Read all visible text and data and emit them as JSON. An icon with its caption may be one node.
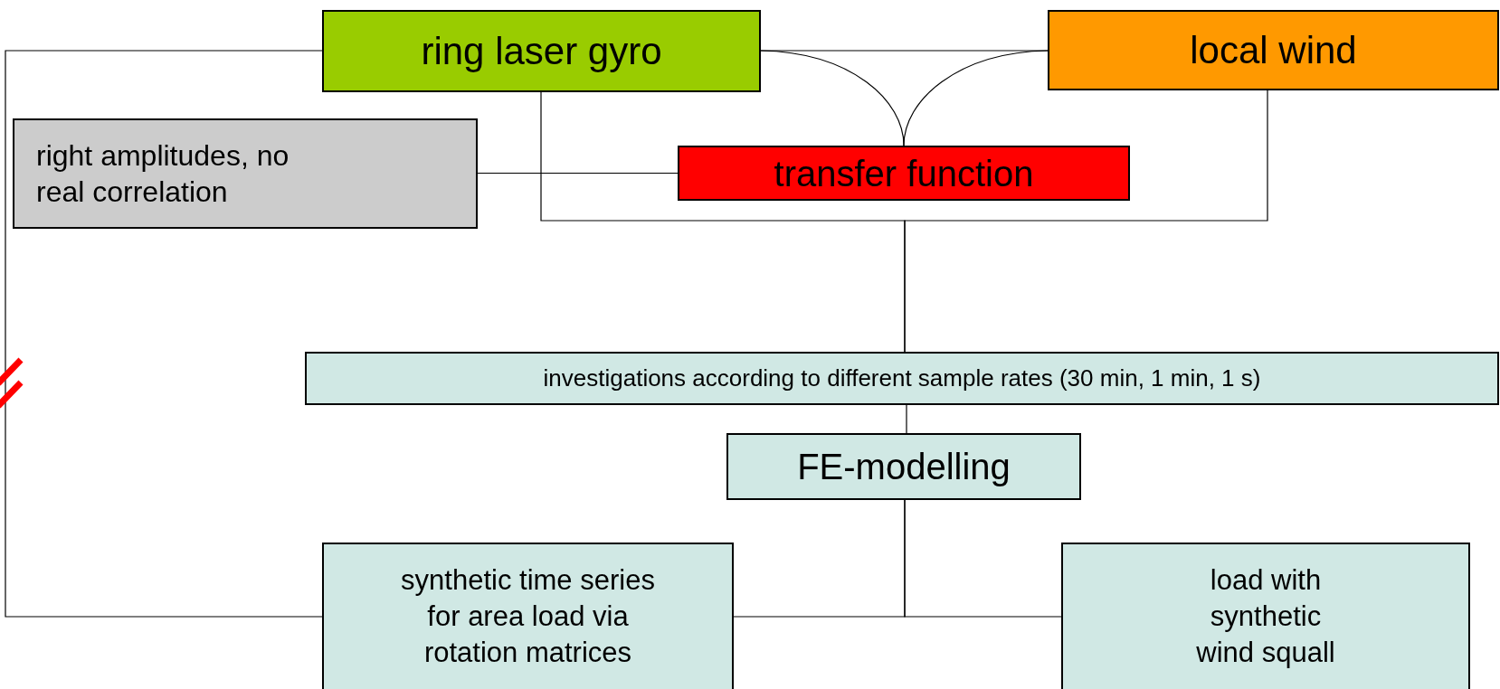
{
  "diagram": {
    "nodes": [
      {
        "text": [
          "ring laser gyro"
        ]
      },
      {
        "text": [
          "local wind"
        ]
      },
      {
        "text": [
          "right amplitudes, no real correlation"
        ]
      },
      {
        "text": [
          "transfer function"
        ]
      },
      {
        "text": [
          "investigations according to different sample rates (30 min, 1 min, 1 s)"
        ]
      },
      {
        "text": [
          "FE-modelling"
        ]
      },
      {
        "text": [
          "synthetic time series for area load via rotation matrices"
        ]
      },
      {
        "text": [
          "load with synthetic wind squall"
        ]
      }
    ],
    "edges": [
      {
        "from": 0,
        "to": 1,
        "arrow": "none"
      },
      {
        "from": 0,
        "to": 3,
        "arrow": "none"
      },
      {
        "from": 1,
        "to": 3,
        "arrow": "none"
      },
      {
        "from": 2,
        "to": 3,
        "arrow": "none"
      },
      {
        "from": 0,
        "to": 4,
        "arrow": "none"
      },
      {
        "from": 1,
        "to": 4,
        "arrow": "none"
      },
      {
        "from": 4,
        "to": 5,
        "arrow": "none"
      },
      {
        "from": 5,
        "to": 6,
        "arrow": "none"
      },
      {
        "from": 5,
        "to": 7,
        "arrow": "none"
      },
      {
        "from": 0,
        "to": 6,
        "arrow": "none"
      }
    ]
  }
}
